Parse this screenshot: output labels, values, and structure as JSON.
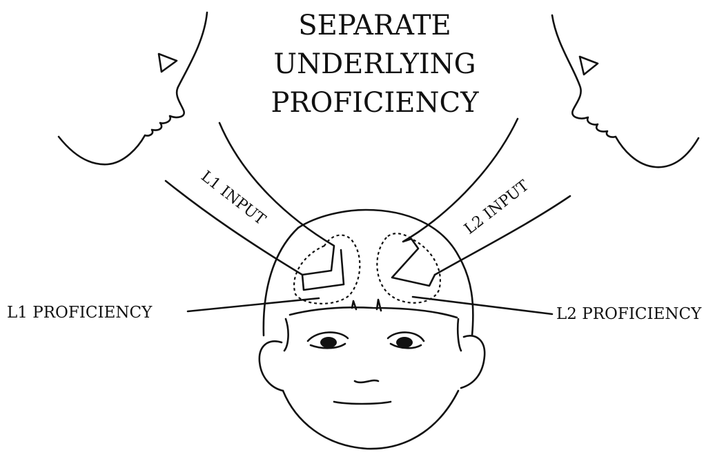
{
  "title": {
    "lines": [
      "SEPARATE",
      "UNDERLYING",
      "PROFICIENCY"
    ]
  },
  "labels": {
    "l1_input": "L1 INPUT",
    "l2_input": "L2 INPUT",
    "l1_proficiency": "L1 PROFICIENCY",
    "l2_proficiency": "L2 PROFICIENCY"
  },
  "colors": {
    "ink": "#111111",
    "background": "#ffffff"
  }
}
